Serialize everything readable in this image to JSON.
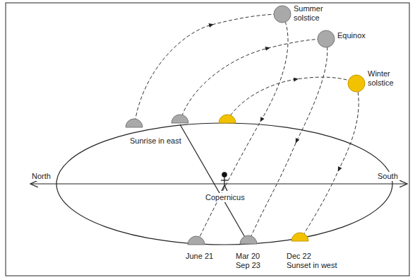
{
  "diagram": {
    "labels": [
      "Summer solstice",
      "Equinox",
      "Winter solstice",
      "Sunrise in east",
      "North",
      "South",
      "Copernicus",
      "June 21",
      "Mar 20 Sep 23",
      "Dec 22",
      "Sunset in west"
    ]
  }
}
